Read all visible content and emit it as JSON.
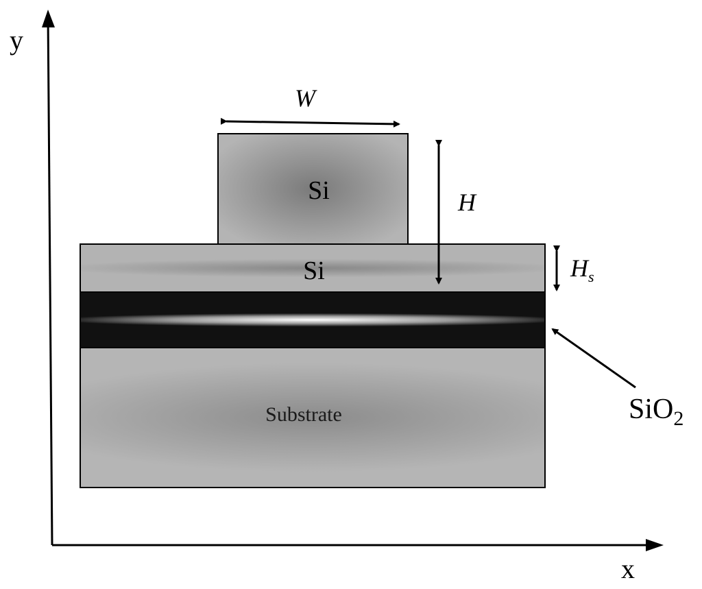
{
  "axes": {
    "x_label": "x",
    "y_label": "y"
  },
  "layers": {
    "rib": "Si",
    "slab": "Si",
    "oxide": "SiO",
    "oxide_subscript": "2",
    "substrate": "Substrate"
  },
  "dimensions": {
    "width": "W",
    "height": "H",
    "slab_height": "H",
    "slab_height_subscript": "s"
  }
}
